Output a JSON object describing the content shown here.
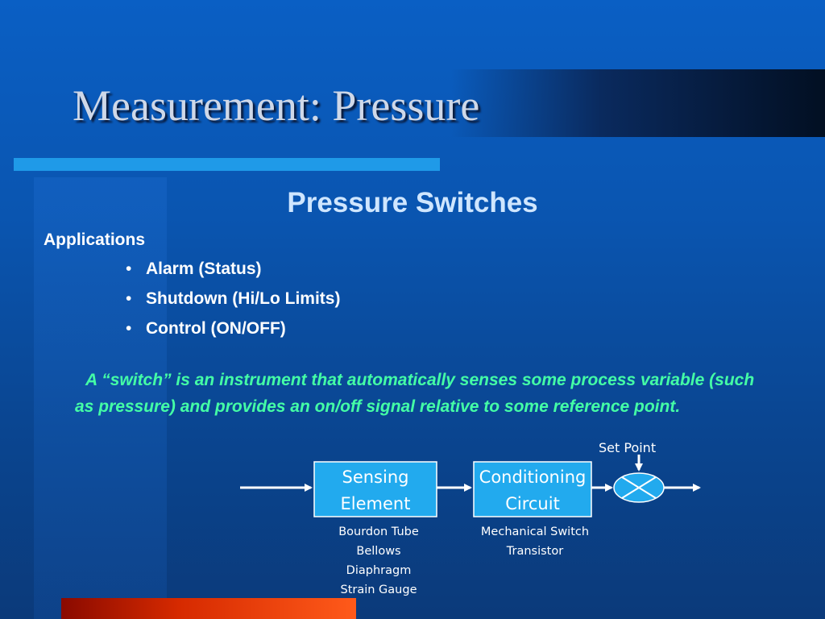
{
  "slide": {
    "title": "Measurement: Pressure",
    "subtitle": "Pressure Switches",
    "applications_heading": "Applications",
    "bullet_char": "•",
    "applications": [
      "Alarm (Status)",
      "Shutdown (Hi/Lo Limits)",
      "Control (ON/OFF)"
    ],
    "definition": "A “switch” is an instrument that automatically senses some process variable (such as pressure) and provides an on/off signal relative to some reference point."
  },
  "diagram": {
    "sensing_box": {
      "line1": "Sensing",
      "line2": "Element"
    },
    "conditioning_box": {
      "line1": "Conditioning",
      "line2": "Circuit"
    },
    "set_point_label": "Set Point",
    "sensing_examples": [
      "Bourdon Tube",
      "Bellows",
      "Diaphragm",
      "Strain Gauge"
    ],
    "conditioning_examples": [
      "Mechanical Switch",
      "Transistor"
    ]
  },
  "colors": {
    "background": "#0a55b0",
    "accent_bar": "#1f9ae8",
    "definition_text": "#44ffa6",
    "box_fill": "#22aaee",
    "bottom_bar": "#d62a00"
  }
}
